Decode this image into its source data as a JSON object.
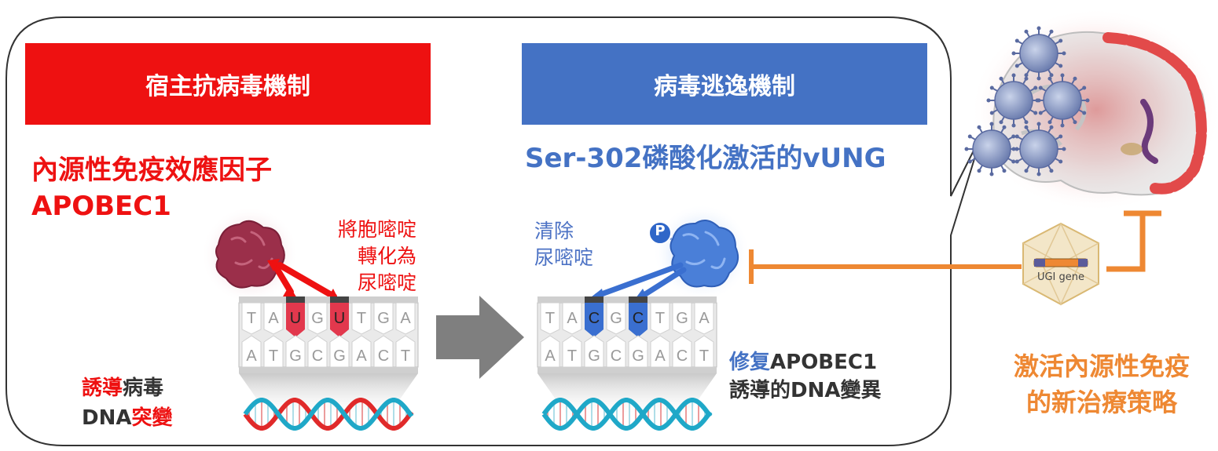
{
  "host": {
    "banner": "宿主抗病毒機制",
    "factor_line1": "內源性免疫效應因子",
    "factor_line2": "APOBEC1",
    "convert_line1": "將胞嘧啶",
    "convert_line2": "轉化為",
    "convert_line3": "尿嘧啶",
    "result_a": "誘導",
    "result_b": "病毒",
    "result_c": "DNA",
    "result_d": "突變"
  },
  "virus": {
    "banner": "病毒逃逸機制",
    "subtitle": "Ser-302磷酸化激活的vUNG",
    "clear_line1": "清除",
    "clear_line2": "尿嘧啶",
    "phospho_label": "P",
    "repair_a": "修复",
    "repair_b": "APOBEC1",
    "repair_c": "誘導的DNA變異"
  },
  "therapy": {
    "gene_label": "UGI gene",
    "strategy_line1": "激活內源性免疫",
    "strategy_line2": "的新治療策略"
  },
  "dna_left": {
    "top": [
      "T",
      "A",
      "U",
      "G",
      "U",
      "T",
      "G",
      "A"
    ],
    "bottom": [
      "A",
      "T",
      "G",
      "C",
      "G",
      "A",
      "C",
      "T"
    ]
  },
  "dna_right": {
    "top": [
      "T",
      "A",
      "C",
      "G",
      "C",
      "T",
      "G",
      "A"
    ],
    "bottom": [
      "A",
      "T",
      "G",
      "C",
      "G",
      "A",
      "C",
      "T"
    ]
  },
  "colors": {
    "host_red": "#ee1111",
    "virus_blue": "#4472c4",
    "therapy_orange": "#ee8833",
    "uracil_red": "#e2384d",
    "cytosine_blue": "#3a6fd0"
  }
}
